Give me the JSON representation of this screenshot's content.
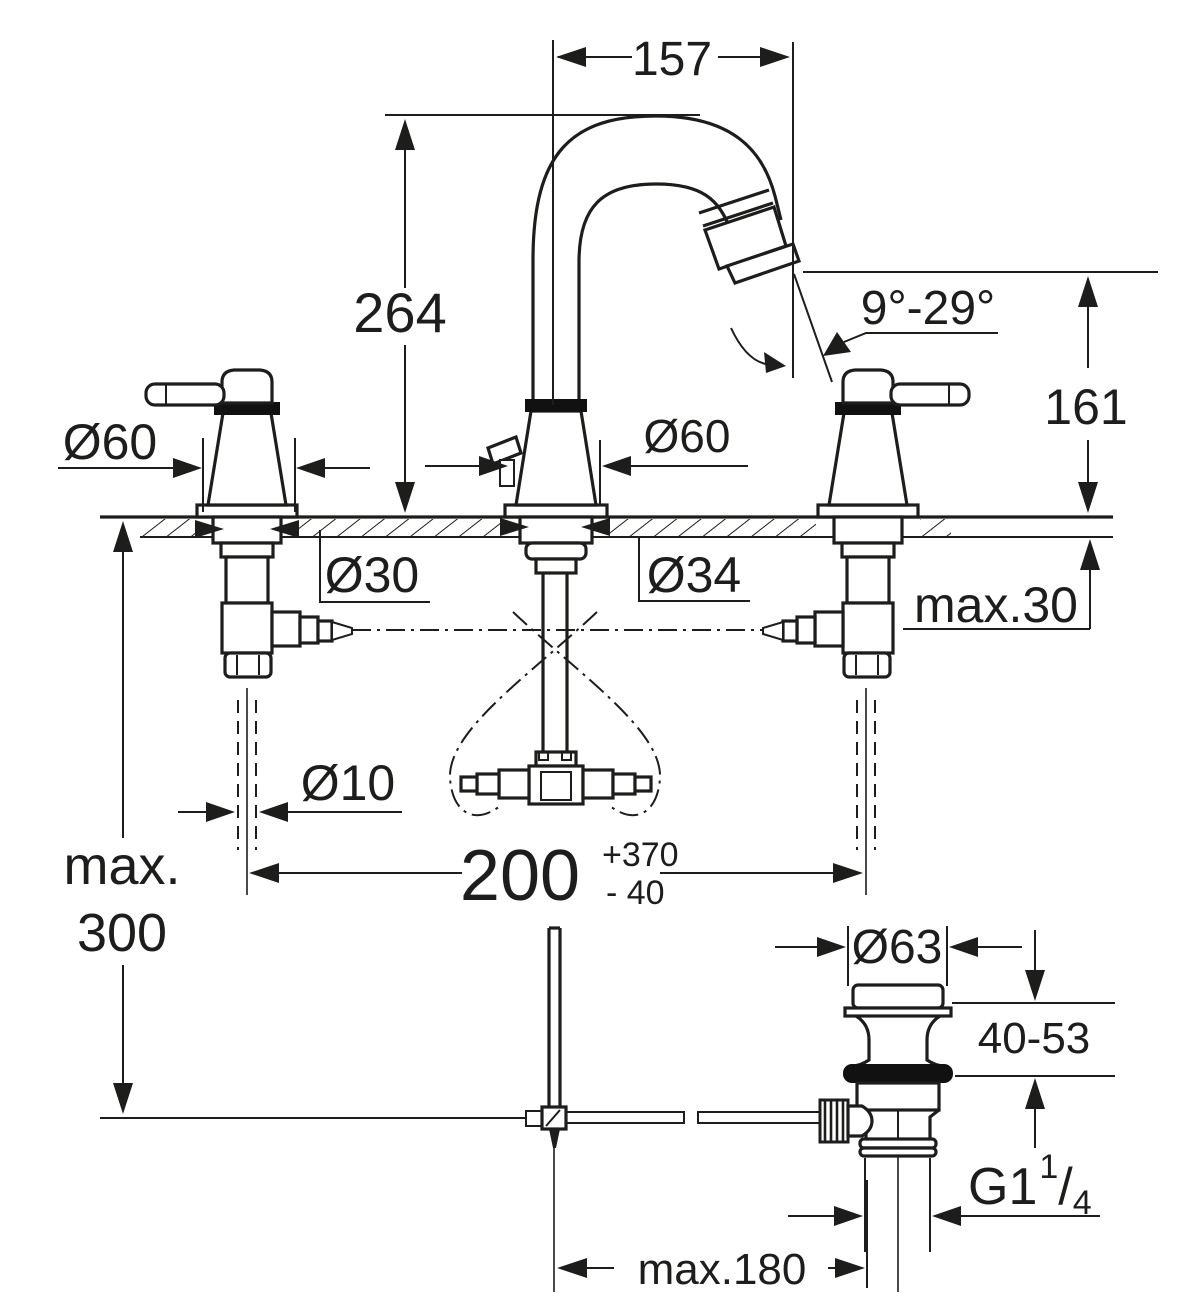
{
  "drawing_type": "faucet-installation-technical-drawing",
  "colors": {
    "line": "#1d1d1b",
    "dark_fill": "#111111",
    "background": "#ffffff"
  },
  "labels": {
    "spout_reach": "157",
    "spout_height": "264",
    "angle_range": "9°-29°",
    "outlet_height": "161",
    "handle_diameter_left": "Ø60",
    "body_diameter_center": "Ø60",
    "hole_diameter_left": "Ø30",
    "hole_diameter_center": "Ø34",
    "deck_thickness_max": "max.30",
    "rod_diameter": "Ø10",
    "max_depth_word": "max.",
    "max_depth_value": "300",
    "hole_spacing_value": "200",
    "hole_spacing_tol_plus": "+370",
    "hole_spacing_tol_minus": "- 40",
    "waste_plug_diameter": "Ø63",
    "waste_height_range": "40-53",
    "thread_base": "G1",
    "thread_sup": "1",
    "thread_slash": "/",
    "thread_sub": "4",
    "rod_reach_max": "max.180"
  }
}
